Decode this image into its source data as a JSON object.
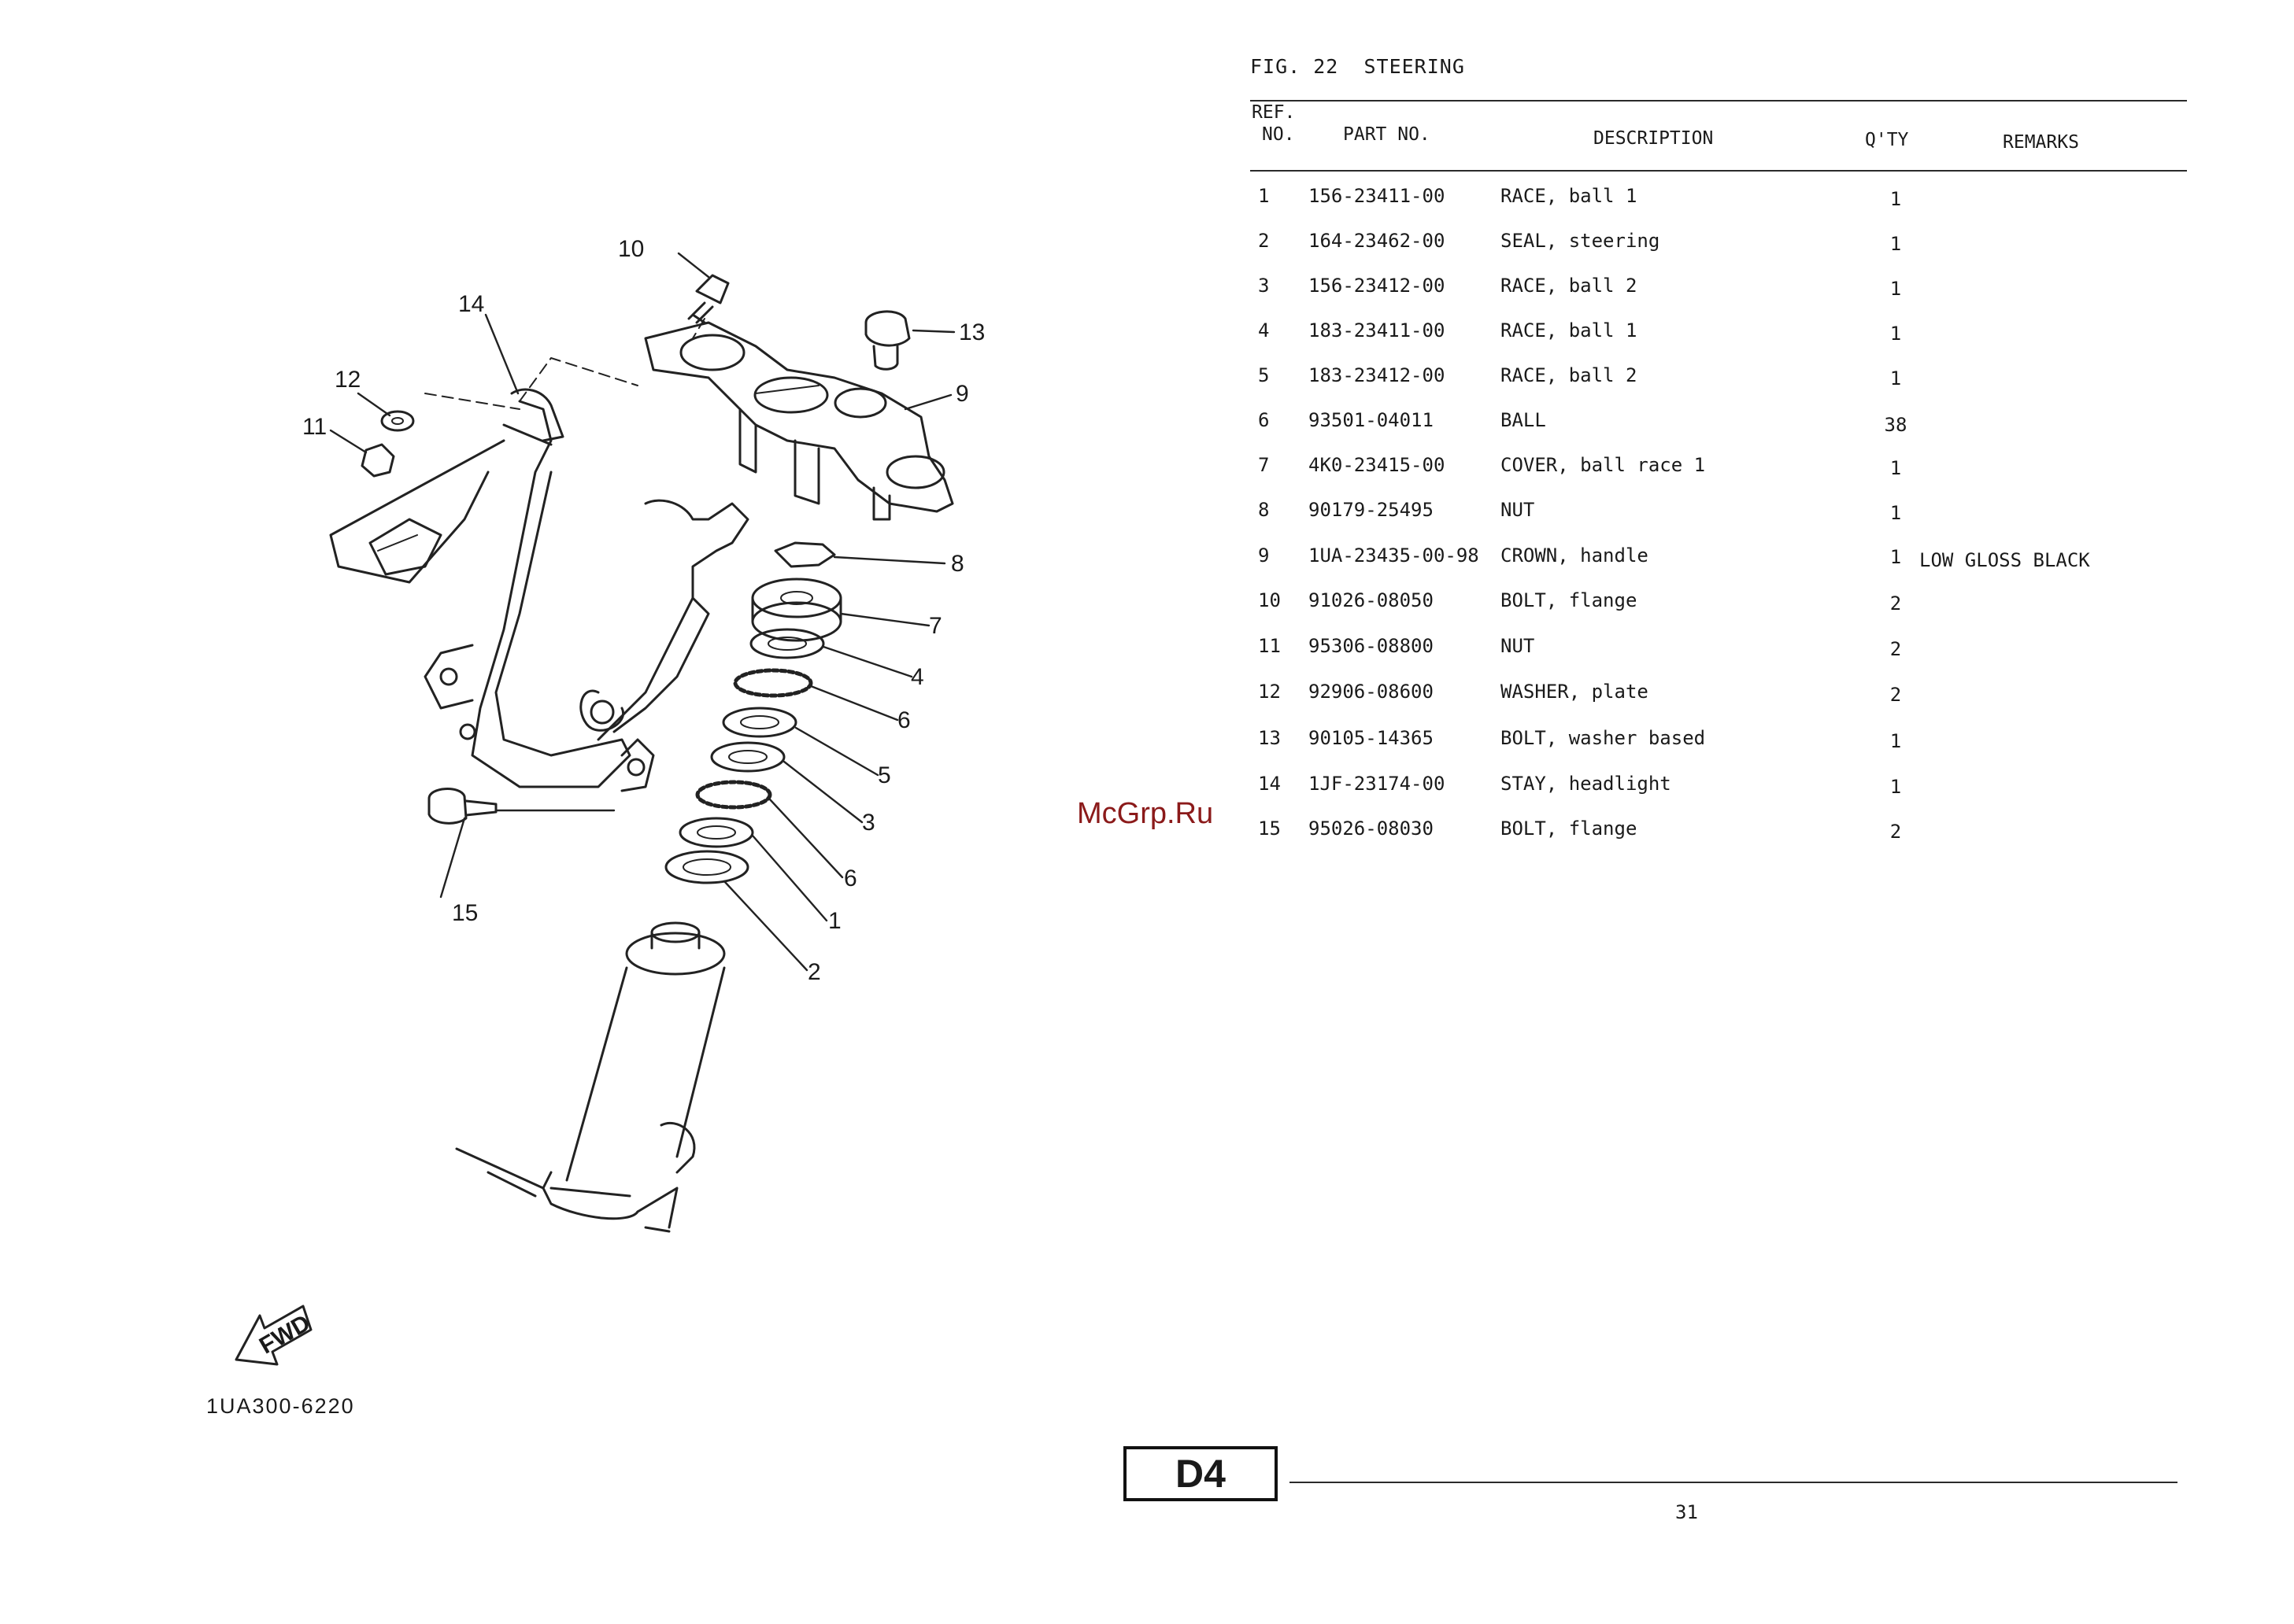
{
  "figure": {
    "label": "FIG. 22",
    "title": "STEERING"
  },
  "table": {
    "headers": {
      "ref_top": "REF.",
      "ref_bottom": "NO.",
      "part_no": "PART NO.",
      "description": "DESCRIPTION",
      "qty": "Q'TY",
      "remarks": "REMARKS"
    },
    "rows": [
      {
        "ref": "1",
        "part": "156-23411-00",
        "desc": "RACE, ball 1",
        "qty": "1",
        "remarks": ""
      },
      {
        "ref": "2",
        "part": "164-23462-00",
        "desc": "SEAL, steering",
        "qty": "1",
        "remarks": ""
      },
      {
        "ref": "3",
        "part": "156-23412-00",
        "desc": "RACE, ball 2",
        "qty": "1",
        "remarks": ""
      },
      {
        "ref": "4",
        "part": "183-23411-00",
        "desc": "RACE, ball 1",
        "qty": "1",
        "remarks": ""
      },
      {
        "ref": "5",
        "part": "183-23412-00",
        "desc": "RACE, ball 2",
        "qty": "1",
        "remarks": ""
      },
      {
        "ref": "6",
        "part": "93501-04011",
        "desc": "BALL",
        "qty": "38",
        "remarks": ""
      },
      {
        "ref": "7",
        "part": "4K0-23415-00",
        "desc": "COVER, ball race 1",
        "qty": "1",
        "remarks": ""
      },
      {
        "ref": "8",
        "part": "90179-25495",
        "desc": "NUT",
        "qty": "1",
        "remarks": ""
      },
      {
        "ref": "9",
        "part": "1UA-23435-00-98",
        "desc": "CROWN, handle",
        "qty": "1",
        "remarks": "LOW GLOSS BLACK"
      },
      {
        "ref": "10",
        "part": "91026-08050",
        "desc": "BOLT, flange",
        "qty": "2",
        "remarks": ""
      },
      {
        "ref": "11",
        "part": "95306-08800",
        "desc": "NUT",
        "qty": "2",
        "remarks": ""
      },
      {
        "ref": "12",
        "part": "92906-08600",
        "desc": "WASHER, plate",
        "qty": "2",
        "remarks": ""
      },
      {
        "ref": "13",
        "part": "90105-14365",
        "desc": "BOLT, washer based",
        "qty": "1",
        "remarks": ""
      },
      {
        "ref": "14",
        "part": "1JF-23174-00",
        "desc": "STAY, headlight",
        "qty": "1",
        "remarks": ""
      },
      {
        "ref": "15",
        "part": "95026-08030",
        "desc": "BOLT, flange",
        "qty": "2",
        "remarks": ""
      }
    ]
  },
  "diagram": {
    "callouts": [
      "1",
      "2",
      "3",
      "4",
      "5",
      "6",
      "6",
      "7",
      "8",
      "9",
      "10",
      "11",
      "12",
      "13",
      "14",
      "15"
    ],
    "fwd_label": "FWD",
    "drawing_code": "1UA300-6220"
  },
  "watermark": "McGrp.Ru",
  "section_code": "D4",
  "page_number": "31"
}
